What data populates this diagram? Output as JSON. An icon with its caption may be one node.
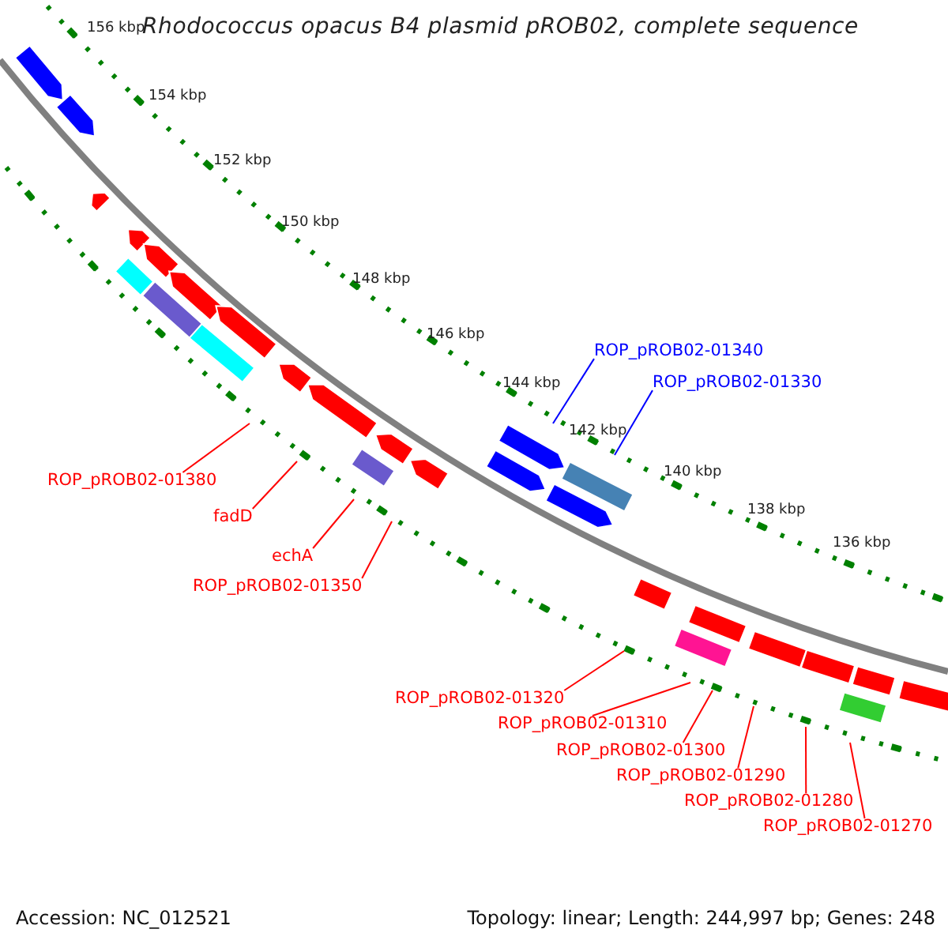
{
  "diagram": {
    "title": "Rhodococcus opacus B4 plasmid pROB02, complete sequence",
    "nodes": [
      {
        "text": [
          "ROP_pROB02-01340"
        ]
      },
      {
        "text": [
          "ROP_pROB02-01330"
        ]
      },
      {
        "text": [
          "ROP_pROB02-01380"
        ]
      },
      {
        "text": [
          "fadD"
        ]
      },
      {
        "text": [
          "echA"
        ]
      },
      {
        "text": [
          "ROP_pROB02-01350"
        ]
      },
      {
        "text": [
          "ROP_pROB02-01320"
        ]
      },
      {
        "text": [
          "ROP_pROB02-01310"
        ]
      },
      {
        "text": [
          "ROP_pROB02-01300"
        ]
      },
      {
        "text": [
          "ROP_pROB02-01290"
        ]
      },
      {
        "text": [
          "ROP_pROB02-01280"
        ]
      },
      {
        "text": [
          "ROP_pROB02-01270"
        ]
      }
    ],
    "edges": [
      {
        "from": 0,
        "to": null,
        "arrow": "none",
        "color": "#0000ff"
      },
      {
        "from": 1,
        "to": null,
        "arrow": "none",
        "color": "#0000ff"
      },
      {
        "from": 2,
        "to": null,
        "arrow": "none"
      },
      {
        "from": 3,
        "to": null,
        "arrow": "none"
      },
      {
        "from": 4,
        "to": null,
        "arrow": "none"
      },
      {
        "from": 5,
        "to": null,
        "arrow": "none"
      },
      {
        "from": 6,
        "to": null,
        "arrow": "none"
      },
      {
        "from": 7,
        "to": null,
        "arrow": "none"
      },
      {
        "from": 8,
        "to": null,
        "arrow": "none"
      },
      {
        "from": 9,
        "to": null,
        "arrow": "none"
      },
      {
        "from": 10,
        "to": null,
        "arrow": "none"
      },
      {
        "from": 11,
        "to": null,
        "arrow": "none"
      }
    ],
    "labels": [
      "156 kbp",
      "154 kbp",
      "152 kbp",
      "150 kbp",
      "148 kbp",
      "146 kbp",
      "144 kbp",
      "142 kbp",
      "140 kbp",
      "138 kbp",
      "136 kbp",
      "Accession: NC_012521",
      "Topology: linear; Length: 244,997 bp; Genes: 248"
    ]
  }
}
